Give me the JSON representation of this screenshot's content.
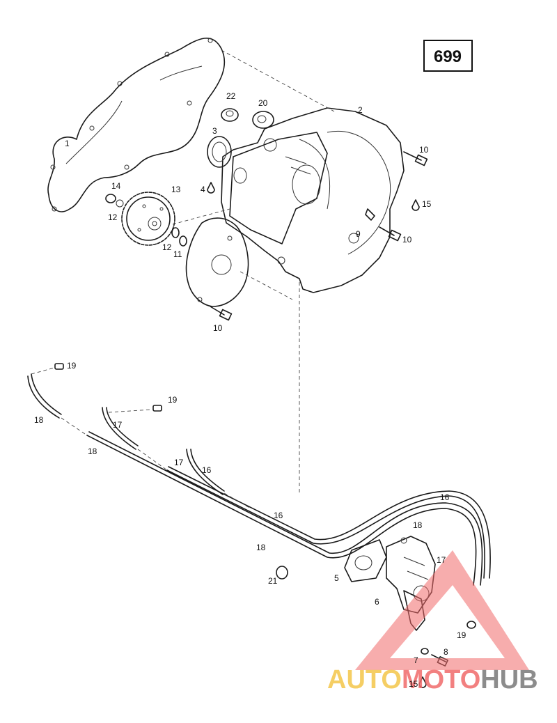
{
  "diagram_id": "699",
  "callouts": [
    "1",
    "2",
    "3",
    "4",
    "5",
    "6",
    "7",
    "8",
    "9",
    "10",
    "11",
    "12",
    "13",
    "14",
    "15",
    "16",
    "17",
    "18",
    "19",
    "20",
    "21",
    "22"
  ],
  "watermark": {
    "part1": "AUTO",
    "part2": "MOTO",
    "part3": "HUB",
    "colors": {
      "auto": "#f4c64a",
      "moto": "#f06a6a",
      "hub": "#808080",
      "triangle": "#f06a6a"
    }
  }
}
